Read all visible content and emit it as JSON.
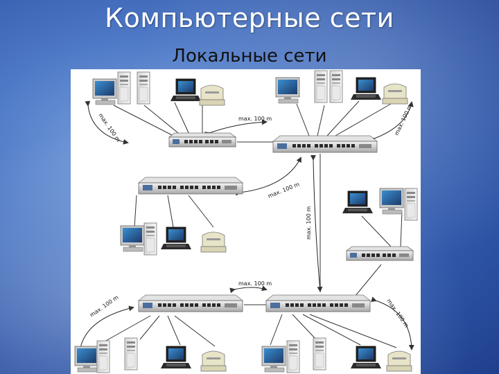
{
  "slide": {
    "title": "Компьютерные сети",
    "subtitle": "Локальные сети"
  },
  "diagram": {
    "distance_labels": [
      "max. 100 m",
      "max. 100 m",
      "max. 100 m",
      "max. 100 m",
      "max. 100 m",
      "max. 100 m",
      "max. 100 m",
      "max. 100 m"
    ],
    "colors": {
      "background": "#3a63b5",
      "panel": "#ffffff",
      "line": "#333333"
    }
  }
}
